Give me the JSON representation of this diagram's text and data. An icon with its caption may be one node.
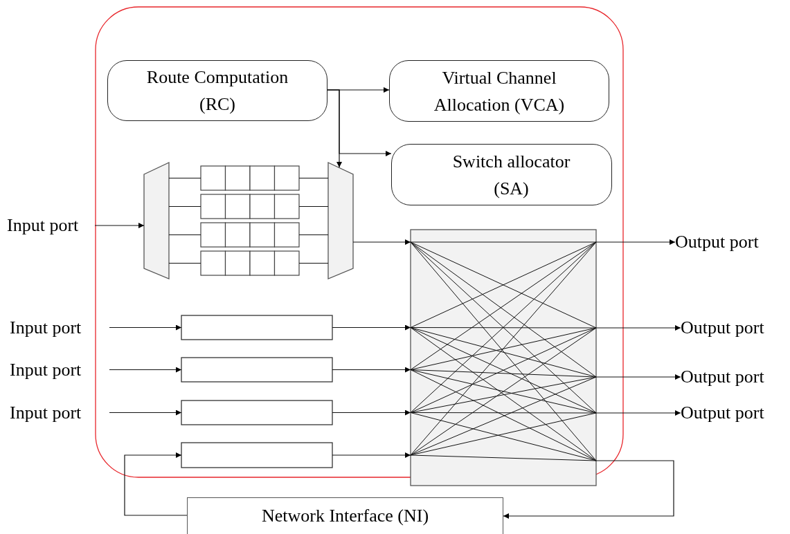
{
  "diagram": {
    "nodes": [
      {
        "text": [
          "Input port"
        ]
      },
      {
        "text": [
          "Route Computation (RC)"
        ]
      },
      {
        "text": [
          "Virtual Channel Allocation (VCA)"
        ]
      },
      {
        "text": [
          "Switch allocator (SA)"
        ]
      },
      {
        "text": [],
        "shape": "trapezoid"
      },
      {
        "text": [],
        "shape": "box"
      },
      {
        "text": [],
        "shape": "box"
      },
      {
        "text": [],
        "shape": "box"
      },
      {
        "text": [],
        "shape": "box"
      },
      {
        "text": [],
        "shape": "trapezoid"
      },
      {
        "text": [],
        "shape": "box"
      },
      {
        "text": [
          "Output port"
        ]
      },
      {
        "text": [
          "Input port"
        ]
      },
      {
        "text": [
          "Input port"
        ]
      },
      {
        "text": [
          "Input port"
        ]
      },
      {
        "text": [],
        "shape": "box"
      },
      {
        "text": [],
        "shape": "box"
      },
      {
        "text": [],
        "shape": "box"
      },
      {
        "text": [],
        "shape": "box"
      },
      {
        "text": [
          "Output port"
        ]
      },
      {
        "text": [
          "Output port"
        ]
      },
      {
        "text": [
          "Output port"
        ]
      },
      {
        "text": [
          "Network Interface (NI)"
        ]
      }
    ],
    "edges": [
      {
        "from": 0,
        "to": 4,
        "arrow": "to"
      },
      {
        "from": 1,
        "to": 2,
        "arrow": "to"
      },
      {
        "from": 1,
        "to": 3,
        "arrow": "to"
      },
      {
        "from": 1,
        "to": 9,
        "arrow": "to"
      },
      {
        "from": 4,
        "to": 5,
        "arrow": "none"
      },
      {
        "from": 4,
        "to": 6,
        "arrow": "none"
      },
      {
        "from": 4,
        "to": 7,
        "arrow": "none"
      },
      {
        "from": 4,
        "to": 8,
        "arrow": "none"
      },
      {
        "from": 5,
        "to": 9,
        "arrow": "none"
      },
      {
        "from": 6,
        "to": 9,
        "arrow": "none"
      },
      {
        "from": 7,
        "to": 9,
        "arrow": "none"
      },
      {
        "from": 8,
        "to": 9,
        "arrow": "none"
      },
      {
        "from": 9,
        "to": 10,
        "arrow": "to"
      },
      {
        "from": 10,
        "to": 11,
        "arrow": "to"
      },
      {
        "from": 12,
        "to": 15,
        "arrow": "to"
      },
      {
        "from": 13,
        "to": 16,
        "arrow": "to"
      },
      {
        "from": 14,
        "to": 17,
        "arrow": "to"
      },
      {
        "from": 15,
        "to": 10,
        "arrow": "to"
      },
      {
        "from": 16,
        "to": 10,
        "arrow": "to"
      },
      {
        "from": 17,
        "to": 10,
        "arrow": "to"
      },
      {
        "from": 18,
        "to": 10,
        "arrow": "to"
      },
      {
        "from": 10,
        "to": 19,
        "arrow": "to"
      },
      {
        "from": 10,
        "to": 20,
        "arrow": "to"
      },
      {
        "from": 10,
        "to": 21,
        "arrow": "to"
      },
      {
        "from": 10,
        "to": 22,
        "arrow": "to"
      },
      {
        "from": 22,
        "to": 18,
        "arrow": "to"
      }
    ]
  }
}
